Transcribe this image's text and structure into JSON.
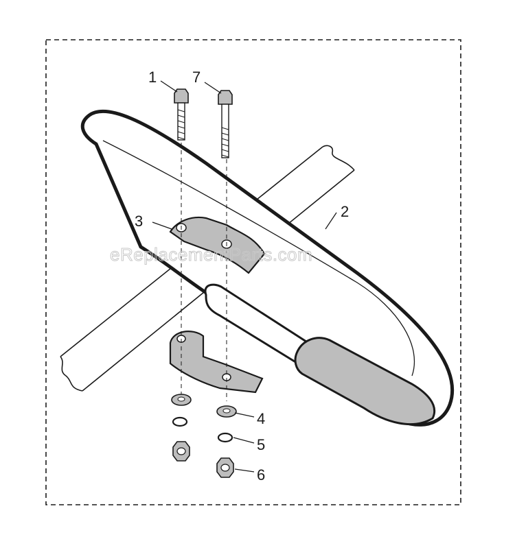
{
  "colors": {
    "line": "#1a1a1a",
    "part_fill": "#bdbdbd",
    "background": "#ffffff",
    "watermark": "#c8c8c8"
  },
  "callouts": {
    "c1": "1",
    "c2": "2",
    "c3": "3",
    "c4": "4",
    "c5": "5",
    "c6": "6",
    "c7": "7"
  },
  "watermark": "eReplacementParts.com"
}
